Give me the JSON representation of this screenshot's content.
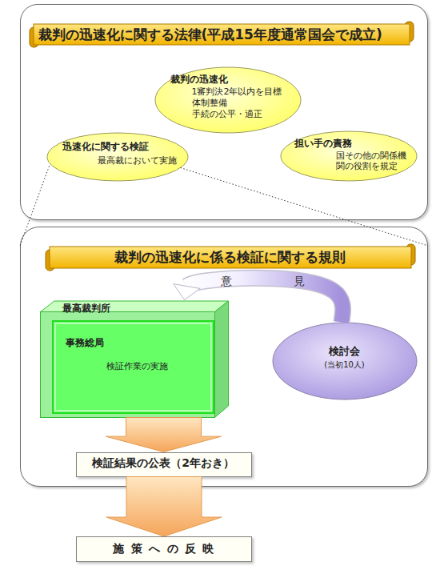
{
  "diagram": {
    "nodes": [
      {
        "text": [
          "裁判の迅速化に関する法律(平成15年度通常国会で成立)"
        ]
      },
      {
        "text": [
          "裁判の迅速化",
          "1審判決2年以内を目標",
          "体制整備",
          "手続の公平・適正"
        ],
        "in": 0
      },
      {
        "text": [
          "迅速化に関する検証",
          "最高裁において実施"
        ],
        "in": 0
      },
      {
        "text": [
          "担い手の責務",
          "国その他の関係機関の役割を規定"
        ],
        "in": 0
      },
      {
        "text": [
          "裁判の迅速化に係る検証に関する規則"
        ]
      },
      {
        "text": [
          "最高裁判所"
        ],
        "in": 4
      },
      {
        "text": [
          "事務総局",
          "検証作業の実施"
        ],
        "in": 5
      },
      {
        "text": [
          "検討会",
          "(当初10人)"
        ],
        "in": 4
      },
      {
        "text": [
          "検証結果の公表（2年おき）"
        ],
        "in": 4
      },
      {
        "text": [
          "施策への反映"
        ]
      }
    ],
    "edges": [
      {
        "from": 2,
        "to": 4,
        "arrow": "none"
      },
      {
        "from": 7,
        "to": 5,
        "label": "意見",
        "arrow": "to"
      },
      {
        "from": 5,
        "to": 8,
        "arrow": "to"
      },
      {
        "from": 8,
        "to": 9,
        "arrow": "to"
      }
    ]
  }
}
